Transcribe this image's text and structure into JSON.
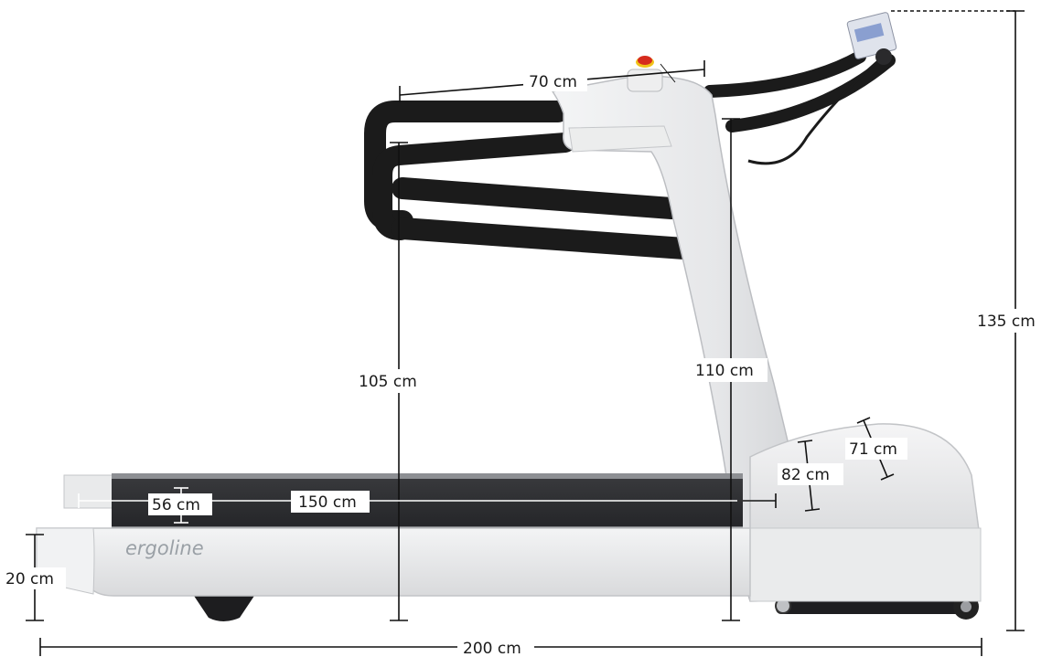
{
  "brand": "ergoline",
  "dimensions": {
    "handrail_width": "70 cm",
    "handrail_height": "105 cm",
    "frame_height": "110 cm",
    "total_height": "135 cm",
    "belt_width": "56 cm",
    "belt_length": "150 cm",
    "motor_cover_height": "82 cm",
    "motor_cover_depth": "71 cm",
    "deck_height": "20 cm",
    "total_length": "200 cm"
  },
  "colors": {
    "frame": "#e9eaeb",
    "frame_shade": "#cfd1d3",
    "handrail": "#1b1b1b",
    "belt": "#2c2d30",
    "emergency_stop": "#d62b1e",
    "dimension_line": "#111111"
  }
}
